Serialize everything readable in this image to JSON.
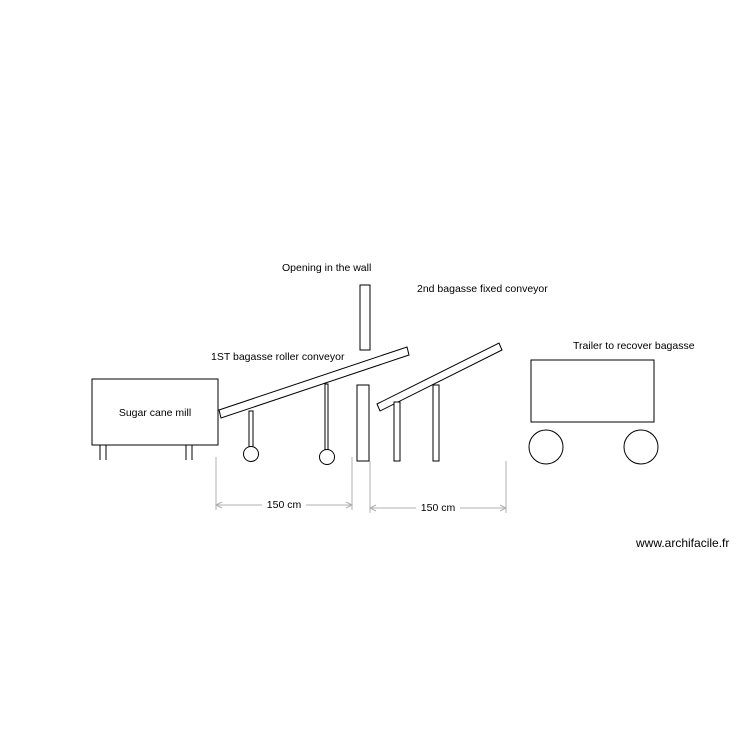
{
  "labels": {
    "wall_opening": "Opening in the wall",
    "second_conveyor": "2nd bagasse fixed conveyor",
    "first_conveyor": "1ST bagasse roller conveyor",
    "trailer": "Trailer to recover bagasse",
    "mill": "Sugar cane mill"
  },
  "dimensions": {
    "left": "150 cm",
    "right": "150 cm"
  },
  "credit": "www.archifacile.fr",
  "colors": {
    "line": "#000000",
    "dimension_line": "#b0b0b0",
    "background": "#ffffff"
  }
}
